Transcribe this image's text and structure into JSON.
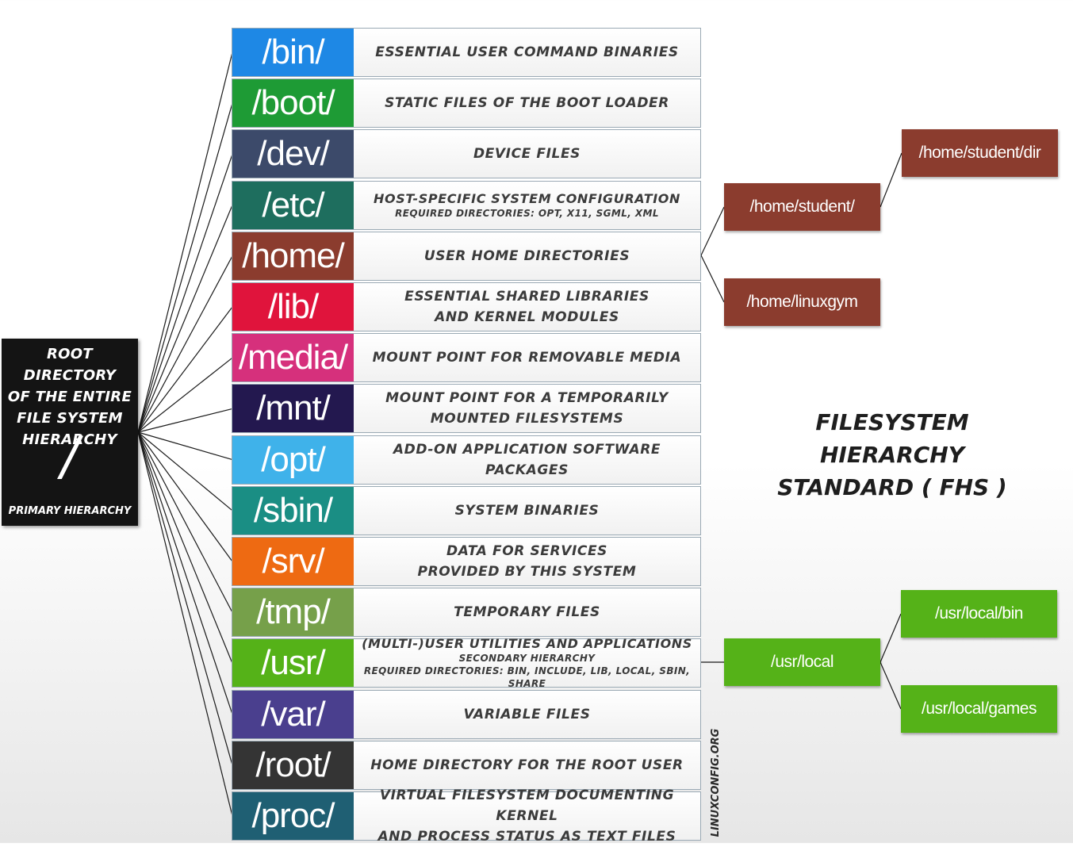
{
  "root": {
    "lines": [
      "ROOT DIRECTORY",
      "OF THE ENTIRE",
      "FILE SYSTEM",
      "HIERARCHY"
    ],
    "symbol": "/",
    "subtitle": "PRIMARY HIERARCHY"
  },
  "rows": [
    {
      "dir": "/bin/",
      "color": "#1e88e5",
      "desc": [
        "ESSENTIAL USER COMMAND BINARIES"
      ]
    },
    {
      "dir": "/boot/",
      "color": "#1e9b35",
      "desc": [
        "STATIC FILES OF THE BOOT LOADER"
      ]
    },
    {
      "dir": "/dev/",
      "color": "#3c4a6a",
      "desc": [
        "DEVICE FILES"
      ]
    },
    {
      "dir": "/etc/",
      "color": "#1e6e5e",
      "desc": [
        "HOST-SPECIFIC SYSTEM CONFIGURATION"
      ],
      "small": [
        "REQUIRED DIRECTORIES: OPT, X11, SGML, XML"
      ]
    },
    {
      "dir": "/home/",
      "color": "#8b3c2e",
      "desc": [
        "USER HOME DIRECTORIES"
      ]
    },
    {
      "dir": "/lib/",
      "color": "#e0143c",
      "desc": [
        "ESSENTIAL SHARED LIBRARIES",
        "AND KERNEL MODULES"
      ]
    },
    {
      "dir": "/media/",
      "color": "#d6307c",
      "desc": [
        "MOUNT POINT FOR REMOVABLE MEDIA"
      ]
    },
    {
      "dir": "/mnt/",
      "color": "#23184f",
      "desc": [
        "MOUNT POINT FOR A TEMPORARILY",
        "MOUNTED FILESYSTEMS"
      ]
    },
    {
      "dir": "/opt/",
      "color": "#3fb2ea",
      "desc": [
        "ADD-ON APPLICATION SOFTWARE PACKAGES"
      ]
    },
    {
      "dir": "/sbin/",
      "color": "#1a8e84",
      "desc": [
        "SYSTEM BINARIES"
      ]
    },
    {
      "dir": "/srv/",
      "color": "#ee6a12",
      "desc": [
        "DATA FOR SERVICES",
        "PROVIDED BY THIS SYSTEM"
      ]
    },
    {
      "dir": "/tmp/",
      "color": "#76a04a",
      "desc": [
        "TEMPORARY FILES"
      ]
    },
    {
      "dir": "/usr/",
      "color": "#55b218",
      "desc": [
        "(MULTI-)USER UTILITIES AND APPLICATIONS"
      ],
      "small": [
        "SECONDARY HIERARCHY",
        "REQUIRED DIRECTORIES: BIN, INCLUDE, LIB, LOCAL, SBIN, SHARE"
      ]
    },
    {
      "dir": "/var/",
      "color": "#4a3f8e",
      "desc": [
        "VARIABLE FILES"
      ]
    },
    {
      "dir": "/root/",
      "color": "#343434",
      "desc": [
        "HOME DIRECTORY FOR THE ROOT USER"
      ]
    },
    {
      "dir": "/proc/",
      "color": "#1f5f73",
      "desc": [
        "VIRTUAL FILESYSTEM DOCUMENTING KERNEL",
        "AND PROCESS STATUS AS TEXT FILES"
      ]
    }
  ],
  "home_children": {
    "student": "/home/student/",
    "student_dir": "/home/student/dir",
    "linuxgym": "/home/linuxgym"
  },
  "usr_children": {
    "local": "/usr/local",
    "local_bin": "/usr/local/bin",
    "local_games": "/usr/local/games"
  },
  "title": {
    "line1": "FILESYSTEM HIERARCHY",
    "line2": "STANDARD ( FHS )"
  },
  "watermark": "LINUXCONFIG.ORG",
  "colors": {
    "brown": "#8b3c2e",
    "green": "#55b218",
    "root_bg": "#141414"
  }
}
